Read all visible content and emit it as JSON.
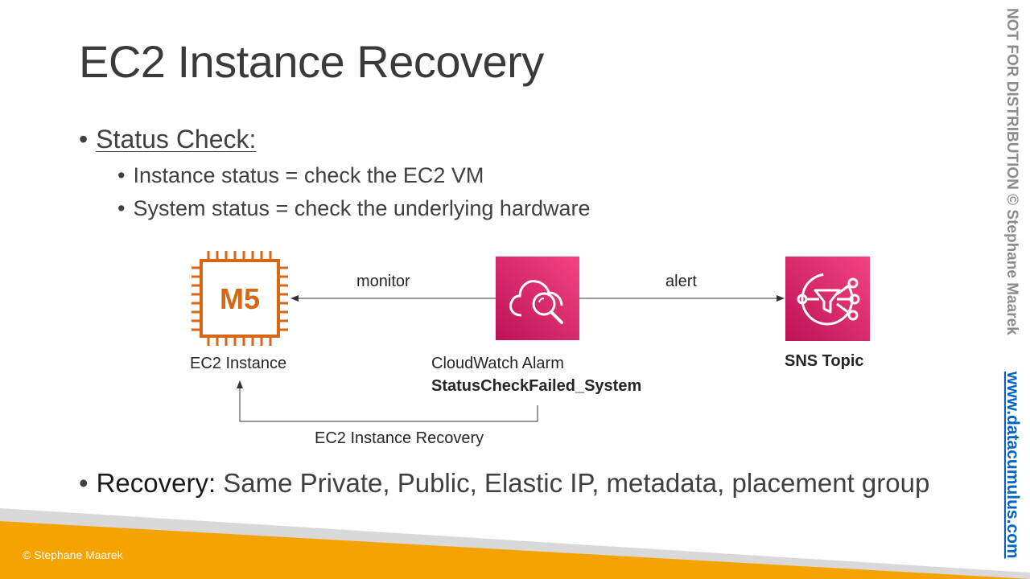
{
  "title": "EC2 Instance Recovery",
  "status_check": {
    "heading": "Status Check:",
    "items": [
      "Instance status = check the EC2 VM",
      "System status = check the underlying hardware"
    ]
  },
  "diagram": {
    "ec2": {
      "chip_text": "M5",
      "label": "EC2 Instance",
      "icon": "ec2-m5-instance-icon"
    },
    "cloudwatch": {
      "label": "CloudWatch Alarm",
      "metric": "StatusCheckFailed_System",
      "icon": "cloudwatch-alarm-icon"
    },
    "sns": {
      "label": "SNS Topic",
      "icon": "sns-topic-icon"
    },
    "arrow_monitor": "monitor",
    "arrow_alert": "alert",
    "arrow_recovery": "EC2 Instance Recovery"
  },
  "recovery": {
    "label": "Recovery:",
    "text": "Same Private, Public, Elastic IP, metadata, placement group"
  },
  "footer": {
    "copyright": "© Stephane Maarek",
    "watermark_text": "NOT FOR DISTRIBUTION © Stephane Maarek",
    "watermark_link": "www.datacumulus.com"
  },
  "colors": {
    "ec2_orange": "#D86613",
    "aws_pink": "#E7157B",
    "footer_orange": "#F5A300",
    "footer_gray": "#D9D9D9",
    "link_blue": "#0563C1"
  }
}
